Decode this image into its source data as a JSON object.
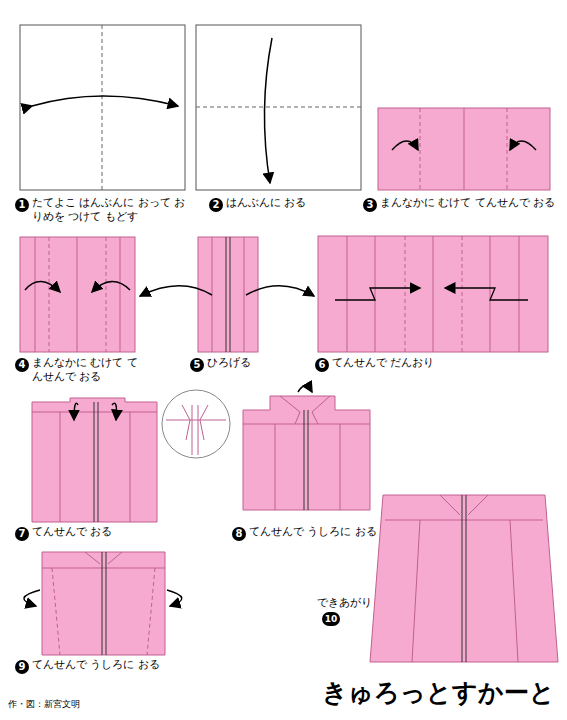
{
  "diagram": {
    "title": "きゅろっとすかーと",
    "labels": [
      "1",
      "たてよこ はんぶんに おって おりめを つけて もどす",
      "2",
      "はんぶんに おる",
      "3",
      "まんなかに むけて てんせんで おる",
      "4",
      "まんなかに むけて てんせんで おる",
      "5",
      "ひろげる",
      "6",
      "てんせんで だんおり",
      "7",
      "てんせんで おる",
      "8",
      "てんせんで うしろに おる",
      "9",
      "てんせんで うしろに おる",
      "できあがり",
      "10",
      "作・図：新宮文明"
    ]
  }
}
